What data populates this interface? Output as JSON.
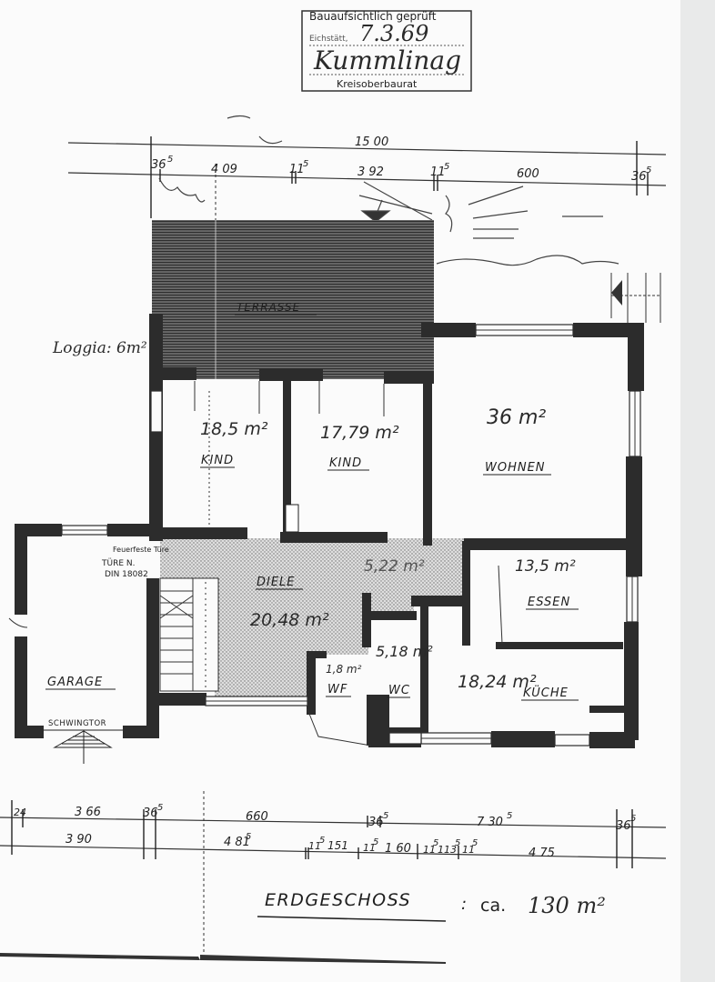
{
  "stamp": {
    "header_partial": "Bauaufsichtlich geprüft",
    "date_label": "Eichstätt,",
    "date_value": "7.3.69",
    "signature": "Kummlinag",
    "title": "Kreisoberbaurat"
  },
  "dimensions_top": {
    "overall": "15 00",
    "segments": [
      {
        "label": "36",
        "sup": "5"
      },
      {
        "label": "4 09",
        "sup": ""
      },
      {
        "label": "11",
        "sup": "5"
      },
      {
        "label": "3 92",
        "sup": ""
      },
      {
        "label": "11",
        "sup": "5"
      },
      {
        "label": "600",
        "sup": ""
      },
      {
        "label": "36",
        "sup": "5"
      }
    ]
  },
  "dimensions_bottom": {
    "row1": [
      {
        "label": "24",
        "sup": ""
      },
      {
        "label": "3 66",
        "sup": ""
      },
      {
        "label": "36",
        "sup": "5"
      },
      {
        "label": "660",
        "sup": ""
      },
      {
        "label": "36",
        "sup": "5"
      },
      {
        "label": "7 30",
        "sup": "5"
      },
      {
        "label": "36",
        "sup": "5"
      }
    ],
    "row2": [
      {
        "label": "3 90",
        "sup": ""
      },
      {
        "label": "4 81",
        "sup": "5"
      },
      {
        "label": "11",
        "sup": "5"
      },
      {
        "label": "151",
        "sup": ""
      },
      {
        "label": "11",
        "sup": "5"
      },
      {
        "label": "1 60",
        "sup": ""
      },
      {
        "label": "11",
        "sup": "5"
      },
      {
        "label": "113",
        "sup": "5"
      },
      {
        "label": "11",
        "sup": "5"
      },
      {
        "label": "4 75",
        "sup": ""
      }
    ]
  },
  "rooms": [
    {
      "id": "terrasse",
      "label": "TERRASSE",
      "area": ""
    },
    {
      "id": "kind1",
      "label": "KIND",
      "area": "18,5 m²"
    },
    {
      "id": "kind2",
      "label": "KIND",
      "area": "17,79 m²"
    },
    {
      "id": "wohnen",
      "label": "WOHNEN",
      "area": "36 m²"
    },
    {
      "id": "diele",
      "label": "DIELE",
      "area": "20,48 m²"
    },
    {
      "id": "flur",
      "label": "",
      "area": "5,22 m²"
    },
    {
      "id": "essen",
      "label": "ESSEN",
      "area": "13,5 m²"
    },
    {
      "id": "kueche",
      "label": "KÜCHE",
      "area": "18,24 m²"
    },
    {
      "id": "wc",
      "label": "WC",
      "area": "5,18 m²"
    },
    {
      "id": "wf",
      "label": "WF",
      "area": "1,8 m²"
    },
    {
      "id": "garage",
      "label": "GARAGE",
      "area": ""
    }
  ],
  "annotations": {
    "loggia": "Loggia: 6m²",
    "fire_door_line1": "Feuerfeste Türe",
    "fire_door_line2": "TÜRE N.",
    "fire_door_line3": "DIN 18082",
    "garage_door": "SCHWINGTOR"
  },
  "footer": {
    "floor_name": "ERDGESCHOSS",
    "separator": ":",
    "approx": "ca.",
    "total_area": "130 m²"
  },
  "colors": {
    "wall": "#2c2c2c",
    "paper": "#fbfbfb",
    "hatch": "#4a4a4a",
    "stipple": "#9a9a9a"
  }
}
